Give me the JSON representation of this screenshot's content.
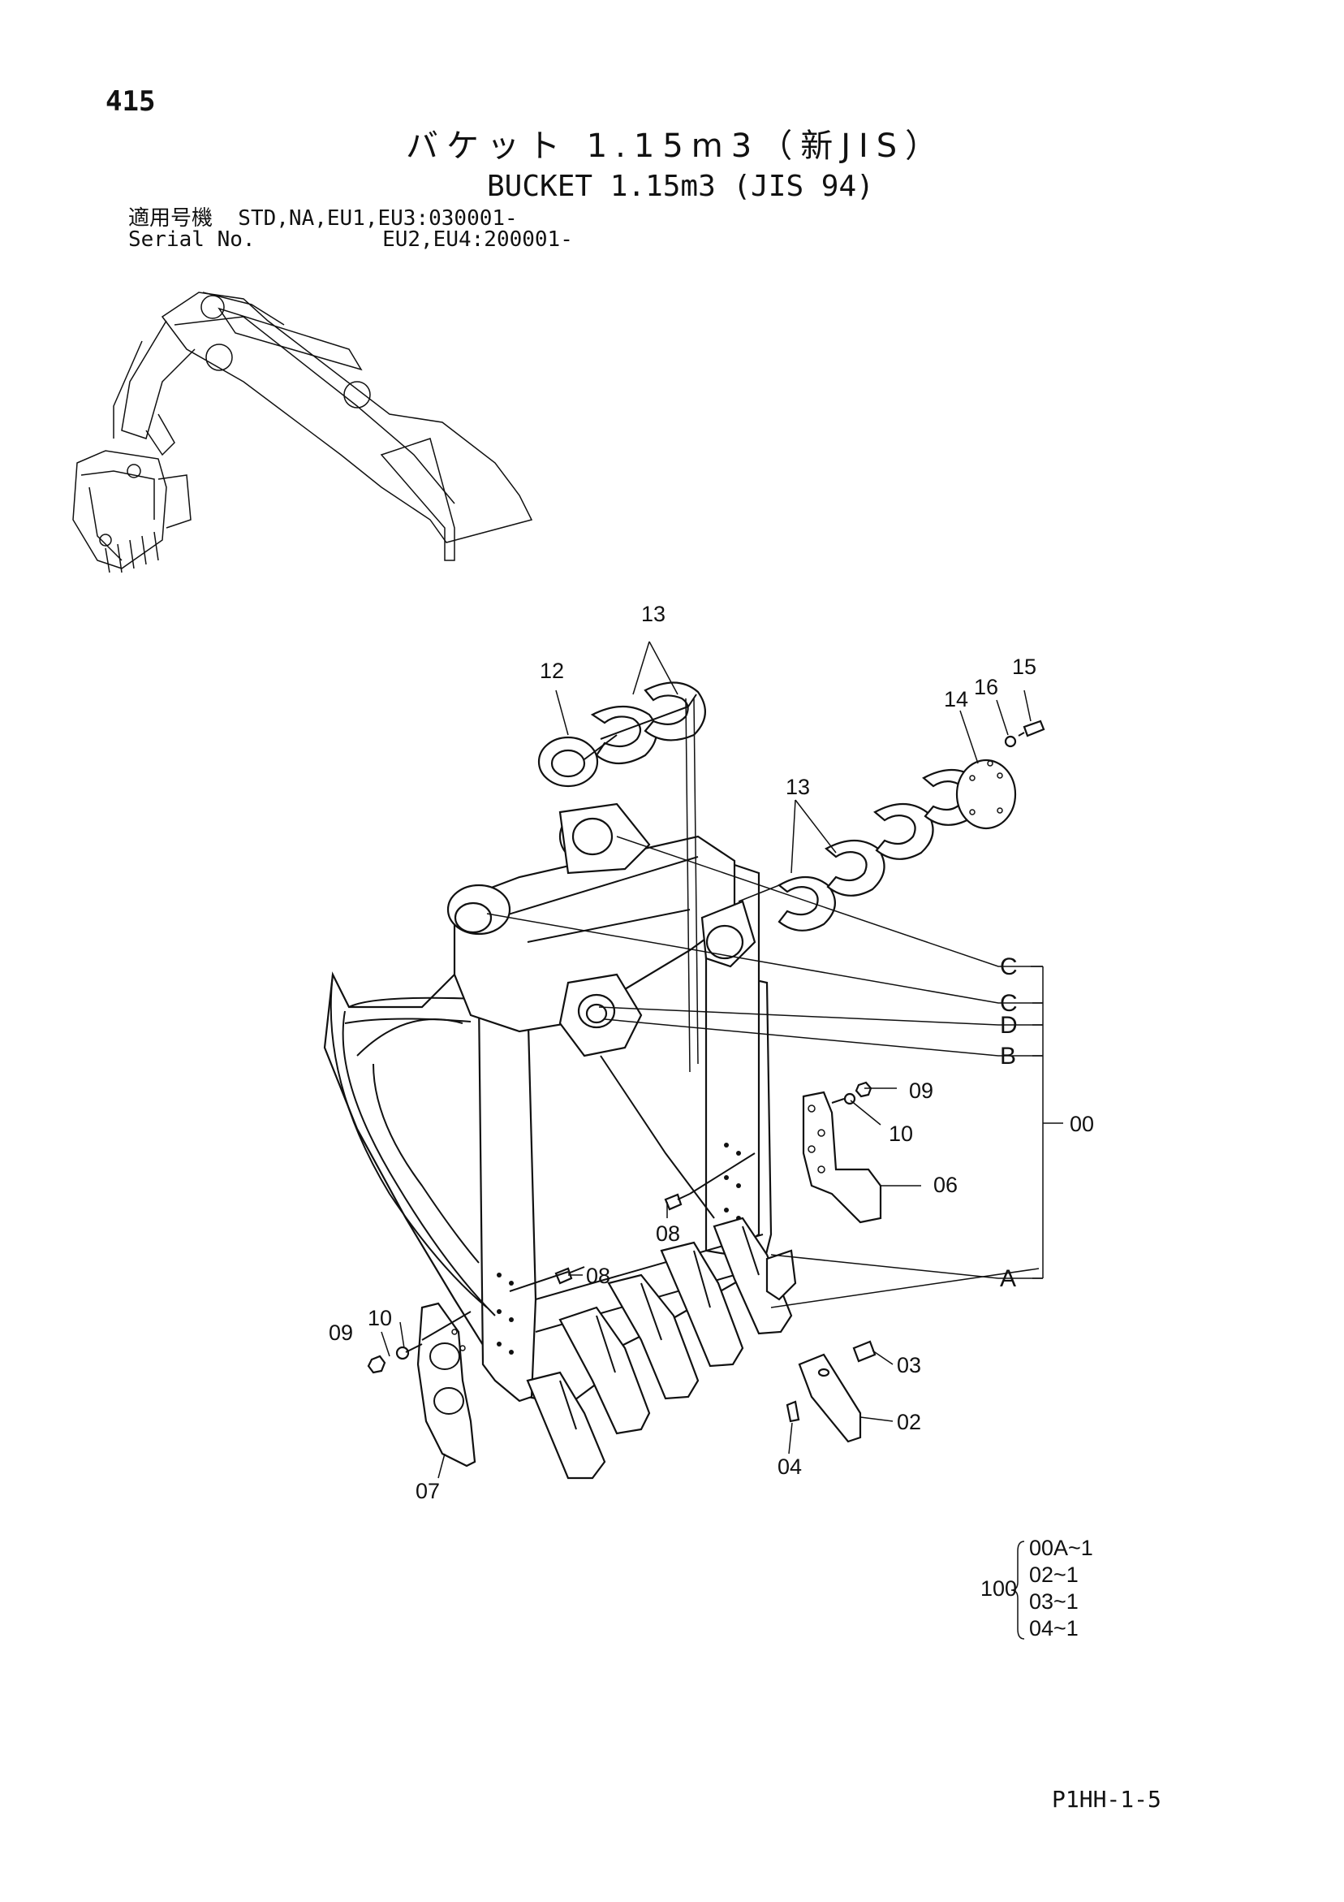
{
  "page": {
    "number": "415",
    "title_jp": "バケット 1.15m3（新JIS）",
    "title_en": "BUCKET 1.15m3 (JIS 94)",
    "serial_line1": "適用号機  STD,NA,EU1,EU3:030001-",
    "serial_line2": "Serial No.          EU2,EU4:200001-",
    "doc_code": "P1HH-1-5"
  },
  "callouts": {
    "c13a": "13",
    "c12": "12",
    "c13b": "13",
    "c14": "14",
    "c16": "16",
    "c15": "15",
    "c09a": "09",
    "c10a": "10",
    "c06": "06",
    "c08a": "08",
    "c08b": "08",
    "c10b": "10",
    "c09b": "09",
    "c07": "07",
    "c03": "03",
    "c02": "02",
    "c04": "04",
    "c00": "00"
  },
  "pin_labels": {
    "C1": "C",
    "C2": "C",
    "D": "D",
    "B": "B",
    "A": "A"
  },
  "kit": {
    "label": "100",
    "items": [
      "00A~1",
      "02~1",
      "03~1",
      "04~1"
    ]
  }
}
